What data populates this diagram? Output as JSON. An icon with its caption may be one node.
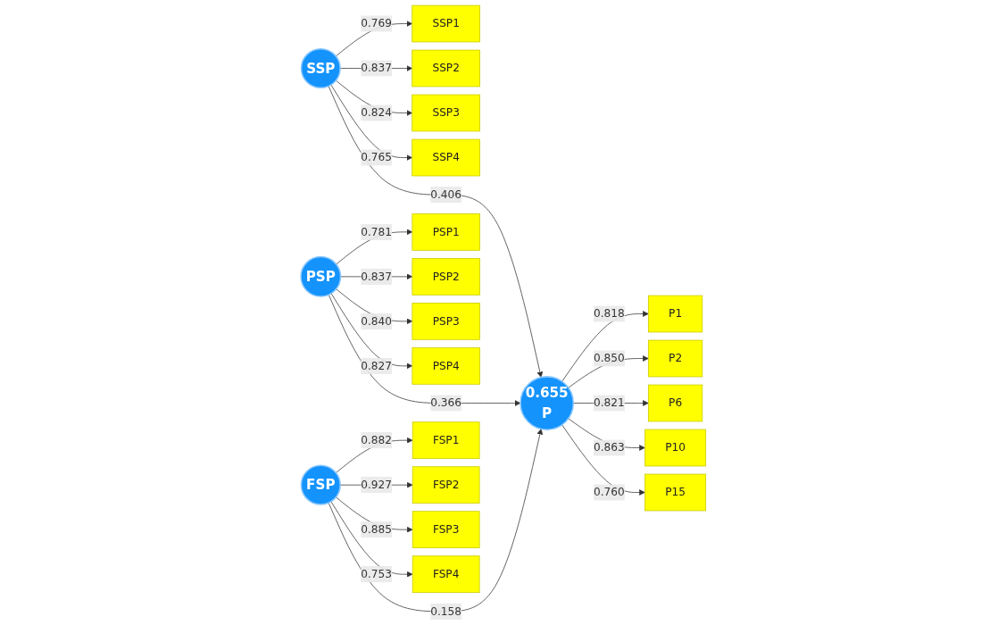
{
  "diagram": {
    "nodes": [
      {
        "text": [
          "SSP"
        ]
      },
      {
        "text": [
          "SSP1"
        ]
      },
      {
        "text": [
          "SSP2"
        ]
      },
      {
        "text": [
          "SSP3"
        ]
      },
      {
        "text": [
          "SSP4"
        ]
      },
      {
        "text": [
          "PSP"
        ]
      },
      {
        "text": [
          "PSP1"
        ]
      },
      {
        "text": [
          "PSP2"
        ]
      },
      {
        "text": [
          "PSP3"
        ]
      },
      {
        "text": [
          "PSP4"
        ]
      },
      {
        "text": [
          "FSP"
        ]
      },
      {
        "text": [
          "FSP1"
        ]
      },
      {
        "text": [
          "FSP2"
        ]
      },
      {
        "text": [
          "FSP3"
        ]
      },
      {
        "text": [
          "FSP4"
        ]
      },
      {
        "text": [
          "0.655",
          "P"
        ]
      },
      {
        "text": [
          "P1"
        ]
      },
      {
        "text": [
          "P2"
        ]
      },
      {
        "text": [
          "P6"
        ]
      },
      {
        "text": [
          "P10"
        ]
      },
      {
        "text": [
          "P15"
        ]
      }
    ],
    "edges": [
      {
        "from": 0,
        "to": 1,
        "arrow": "to",
        "label": "0.769"
      },
      {
        "from": 0,
        "to": 2,
        "arrow": "to",
        "label": "0.837"
      },
      {
        "from": 0,
        "to": 3,
        "arrow": "to",
        "label": "0.824"
      },
      {
        "from": 0,
        "to": 4,
        "arrow": "to",
        "label": "0.765"
      },
      {
        "from": 5,
        "to": 6,
        "arrow": "to",
        "label": "0.781"
      },
      {
        "from": 5,
        "to": 7,
        "arrow": "to",
        "label": "0.837"
      },
      {
        "from": 5,
        "to": 8,
        "arrow": "to",
        "label": "0.840"
      },
      {
        "from": 5,
        "to": 9,
        "arrow": "to",
        "label": "0.827"
      },
      {
        "from": 10,
        "to": 11,
        "arrow": "to",
        "label": "0.882"
      },
      {
        "from": 10,
        "to": 12,
        "arrow": "to",
        "label": "0.927"
      },
      {
        "from": 10,
        "to": 13,
        "arrow": "to",
        "label": "0.885"
      },
      {
        "from": 10,
        "to": 14,
        "arrow": "to",
        "label": "0.753"
      },
      {
        "from": 0,
        "to": 15,
        "arrow": "to",
        "label": "0.406"
      },
      {
        "from": 5,
        "to": 15,
        "arrow": "to",
        "label": "0.366"
      },
      {
        "from": 10,
        "to": 15,
        "arrow": "to",
        "label": "0.158"
      },
      {
        "from": 15,
        "to": 16,
        "arrow": "to",
        "label": "0.818"
      },
      {
        "from": 15,
        "to": 17,
        "arrow": "to",
        "label": "0.850"
      },
      {
        "from": 15,
        "to": 18,
        "arrow": "to",
        "label": "0.821"
      },
      {
        "from": 15,
        "to": 19,
        "arrow": "to",
        "label": "0.863"
      },
      {
        "from": 15,
        "to": 20,
        "arrow": "to",
        "label": "0.760"
      }
    ]
  }
}
